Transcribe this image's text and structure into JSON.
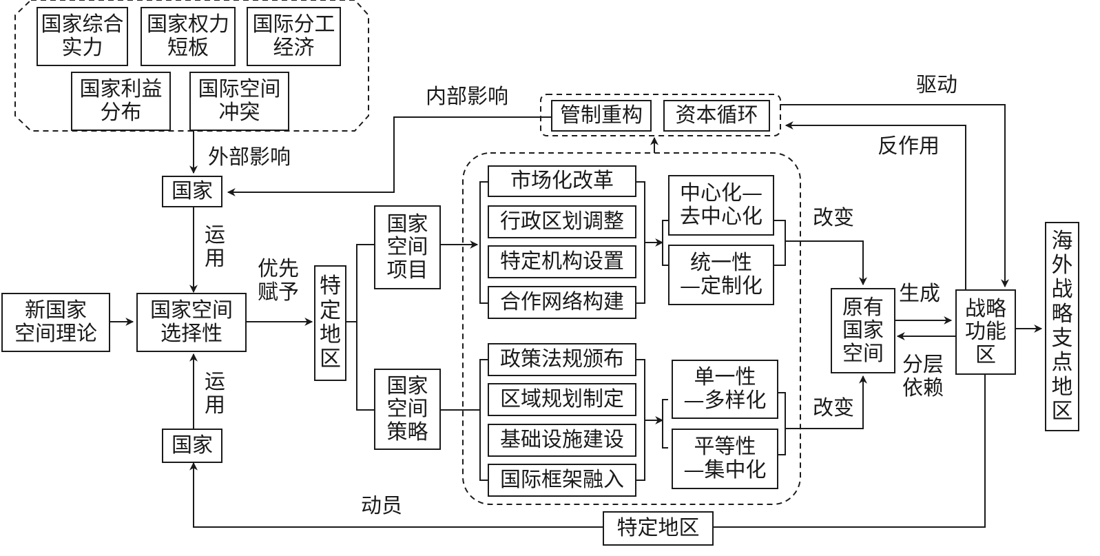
{
  "colors": {
    "ink": "#1a1a1a",
    "background": "#ffffff"
  },
  "boxes": {
    "comprehensive_power": "国家综合\n实力",
    "power_shortboard": "国家权力\n短板",
    "division_economy": "国际分工\n经济",
    "interest_distribution": "国家利益\n分布",
    "space_conflict": "国际空间\n冲突",
    "state_top": "国家",
    "control_restructuring": "管制重构",
    "capital_circulation": "资本循环",
    "new_state_space_theory": "新国家\n空间理论",
    "state_spatial_selectivity": "国家空间\n选择性",
    "specific_region_v": "特定地区",
    "state_space_project": "国家\n空间\n项目",
    "state_space_strategy": "国家\n空间\n策略",
    "project_items": [
      "市场化改革",
      "行政区划调整",
      "特定机构设置",
      "合作网络构建"
    ],
    "strategy_items": [
      "政策法规颁布",
      "区域规划制定",
      "基础设施建设",
      "国际框架融入"
    ],
    "centralization": "中心化—\n去中心化",
    "uniformity": "统一性\n—定制化",
    "singularity": "单一性\n—多样化",
    "equality": "平等性\n—集中化",
    "original_state_space": "原有\n国家\n空间",
    "strategic_function_zone": "战略\n功能\n区",
    "overseas_pivot": "海外战略支点地区",
    "state_bottom": "国家",
    "specific_region_bottom": "特定地区"
  },
  "labels": {
    "external_influence": "外部影响",
    "internal_influence": "内部影响",
    "apply": "运用",
    "priority_grant": "优先\n赋予",
    "change": "改变",
    "generate": "生成",
    "hierarchical_dependence": "分层\n依赖",
    "drive": "驱动",
    "reaction": "反作用",
    "mobilize": "动员"
  }
}
